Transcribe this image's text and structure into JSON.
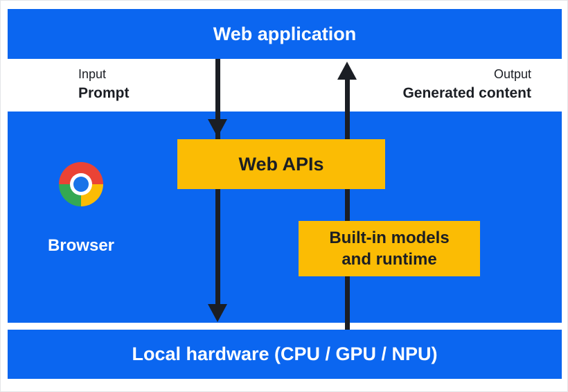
{
  "top_bar": {
    "label": "Web application"
  },
  "input": {
    "caption": "Input",
    "label": "Prompt"
  },
  "output": {
    "caption": "Output",
    "label": "Generated content"
  },
  "browser": {
    "label": "Browser"
  },
  "web_apis": {
    "label": "Web APIs"
  },
  "builtin": {
    "line1": "Built-in models",
    "line2": "and runtime"
  },
  "bottom_bar": {
    "label": "Local hardware (CPU / GPU / NPU)"
  },
  "icons": {
    "browser_logo": "chrome-logo-icon"
  },
  "colors": {
    "blue": "#0b66f0",
    "yellow": "#fbbc04",
    "dark": "#1b1e24",
    "chrome_red": "#ea4335",
    "chrome_green": "#34a853",
    "chrome_yellow": "#fbbc04",
    "chrome_blue": "#1a73e8"
  }
}
